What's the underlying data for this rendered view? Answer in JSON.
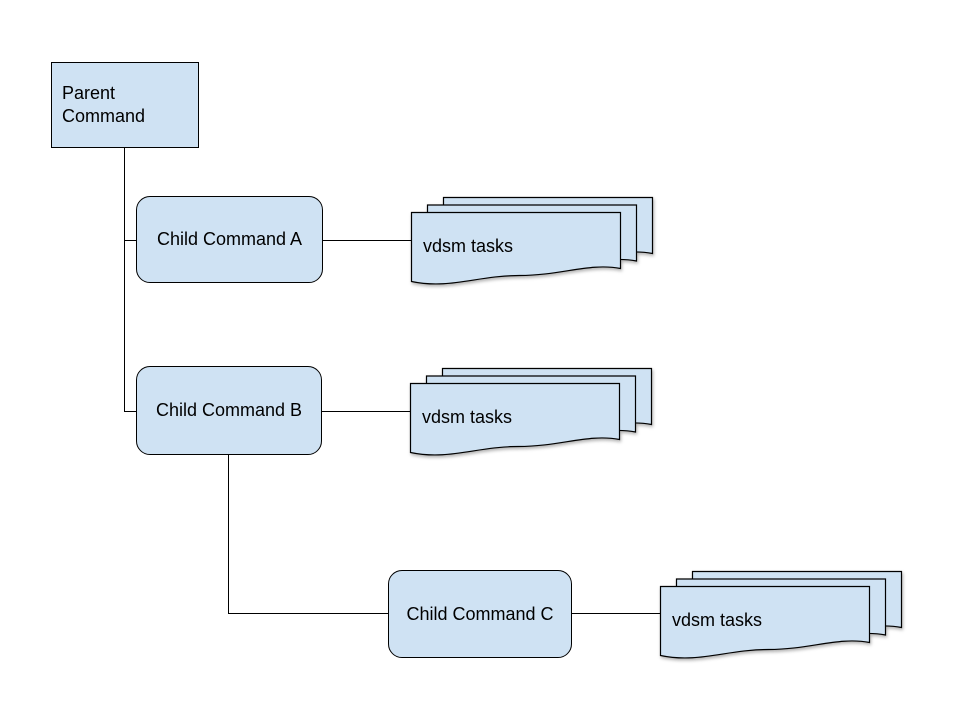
{
  "diagram": {
    "colors": {
      "background": "#ffffff",
      "node_fill": "#cfe2f3",
      "node_border": "#000000",
      "connector": "#000000",
      "text": "#000000"
    },
    "nodes": {
      "parent": {
        "label": "Parent\nCommand",
        "shape": "rectangle"
      },
      "child_a": {
        "label": "Child Command A",
        "shape": "rounded-rectangle"
      },
      "child_b": {
        "label": "Child Command B",
        "shape": "rounded-rectangle"
      },
      "child_c": {
        "label": "Child Command C",
        "shape": "rounded-rectangle"
      },
      "tasks_a": {
        "label": "vdsm tasks",
        "shape": "stacked-documents",
        "copies": 3
      },
      "tasks_b": {
        "label": "vdsm tasks",
        "shape": "stacked-documents",
        "copies": 3
      },
      "tasks_c": {
        "label": "vdsm tasks",
        "shape": "stacked-documents",
        "copies": 3
      }
    },
    "edges": [
      {
        "from": "parent",
        "to": "child_a"
      },
      {
        "from": "parent",
        "to": "child_b"
      },
      {
        "from": "child_b",
        "to": "child_c"
      },
      {
        "from": "child_a",
        "to": "tasks_a"
      },
      {
        "from": "child_b",
        "to": "tasks_b"
      },
      {
        "from": "child_c",
        "to": "tasks_c"
      }
    ]
  }
}
